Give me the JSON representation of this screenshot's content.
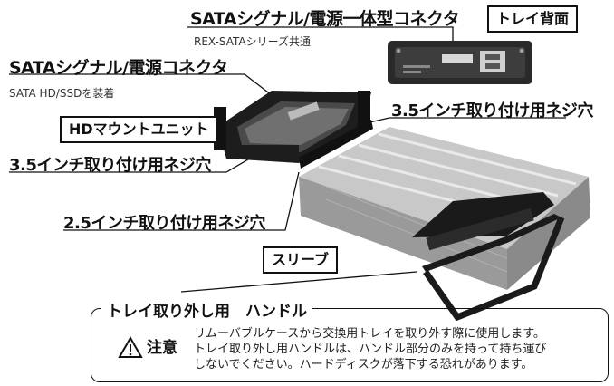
{
  "labels": {
    "connector_integrated": "SATAシグナル/電源一体型コネクタ",
    "rex_common": "REX-SATAシリーズ共通",
    "tray_back": "トレイ背面",
    "connector": "SATAシグナル/電源コネクタ",
    "hd_attach": "SATA HD/SSDを装着",
    "hd_mount": "HDマウントユニット",
    "hole_35_right": "3.5インチ取り付け用ネジ穴",
    "hole_35_left": "3.5インチ取り付け用ネジ穴",
    "hole_25": "2.5インチ取り付け用ネジ穴",
    "sleeve": "スリーブ"
  },
  "caution": {
    "title": "トレイ取り外し用　ハンドル",
    "heading": "注意",
    "lines": [
      "リムーバブルケースから交換用トレイを取り外す際に使用します。",
      "トレイ取り外し用ハンドルは、ハンドル部分のみを持って持ち運び",
      "しないでください。ハードディスクが落下する恐れがあります。"
    ]
  }
}
